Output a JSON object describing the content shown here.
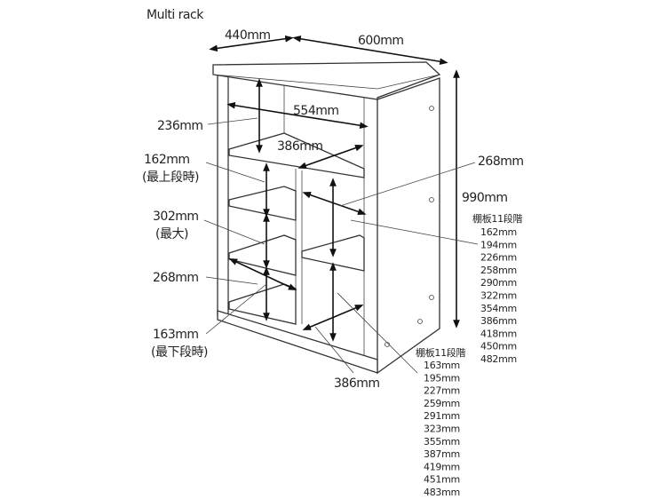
{
  "title": "Multi rack",
  "dimensions": {
    "depth": "440mm",
    "width": "600mm",
    "height": "990mm",
    "inner_width": "554mm",
    "shelf_width_top": "386mm",
    "shelf_width_bottom": "386mm",
    "top_gap": "236mm",
    "top_shelf_gap": "162mm",
    "top_shelf_note": "(最上段時)",
    "max_gap": "302mm",
    "max_note": "(最大)",
    "left_lower_gap": "268mm",
    "right_gap": "268mm",
    "bottom_gap": "163mm",
    "bottom_note": "(最下段時)"
  },
  "right_shelf_list": {
    "header": "棚板11段階",
    "items": [
      "162mm",
      "194mm",
      "226mm",
      "258mm",
      "290mm",
      "322mm",
      "354mm",
      "386mm",
      "418mm",
      "450mm",
      "482mm"
    ]
  },
  "left_shelf_list": {
    "header": "棚板11段階",
    "items": [
      "163mm",
      "195mm",
      "227mm",
      "259mm",
      "291mm",
      "323mm",
      "355mm",
      "387mm",
      "419mm",
      "451mm",
      "483mm"
    ]
  }
}
